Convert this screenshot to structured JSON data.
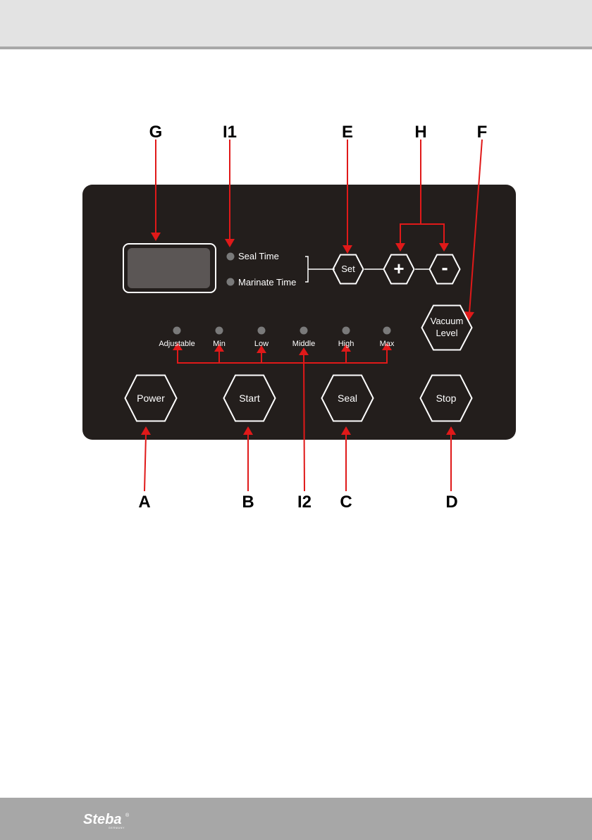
{
  "callouts": {
    "g": "G",
    "i1": "I1",
    "e": "E",
    "h": "H",
    "f": "F",
    "a": "A",
    "b": "B",
    "i2": "I2",
    "c": "C",
    "d": "D"
  },
  "panel": {
    "seal_time": "Seal Time",
    "marinate_time": "Marinate Time",
    "levels": [
      "Adjustable",
      "Min",
      "Low",
      "Middle",
      "High",
      "Max"
    ],
    "buttons": {
      "set": "Set",
      "plus": "+",
      "minus": "-",
      "vacuum_level_1": "Vacuum",
      "vacuum_level_2": "Level",
      "power": "Power",
      "start": "Start",
      "seal": "Seal",
      "stop": "Stop"
    }
  },
  "footer": {
    "logo_text": "Steba",
    "logo_sub": "GERMANY"
  },
  "colors": {
    "panel": "#231e1c",
    "arrow": "#e01919",
    "led": "#7a7a7a"
  }
}
